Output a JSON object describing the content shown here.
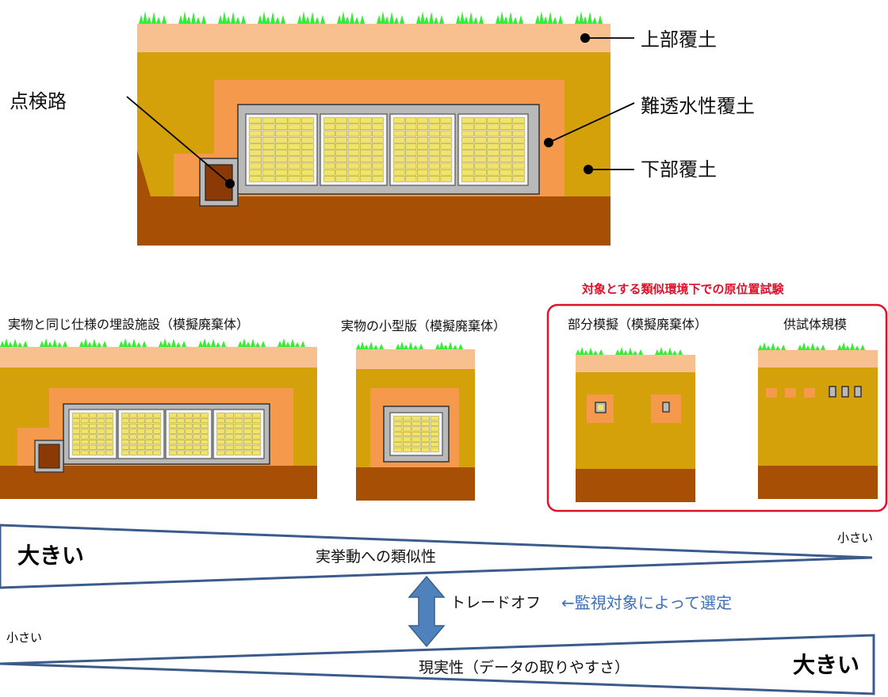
{
  "colors": {
    "top_soil": "#f9c08f",
    "lower_soil": "#d4a10a",
    "impermeable_soil": "#f59a4c",
    "base_ground": "#a84f06",
    "concrete": "#b9b9b9",
    "waste": "#f1e46c",
    "grass": "#33ee33",
    "red_frame": "#e0102a",
    "arrow": "#4f81bd",
    "wedge": "#3b5b8a",
    "note_blue": "#3e6fb8"
  },
  "main_section": {
    "label_top_cover": "上部覆土",
    "label_impermeable_cover": "難透水性覆土",
    "label_lower_cover": "下部覆土",
    "label_inspection_path": "点検路"
  },
  "variants": {
    "full_scale": "実物と同じ仕様の埋設施設（模擬廃棄体）",
    "small_scale": "実物の小型版（模擬廃棄体）",
    "in_situ_group_title": "対象とする類似環境下での原位置試験",
    "partial_mockup": "部分模擬（模擬廃棄体）",
    "specimen_scale": "供試体規模"
  },
  "scale": {
    "similarity_label": "実挙動への類似性",
    "similarity_left": "大きい",
    "similarity_right": "小さい",
    "tradeoff_label": "トレードオフ",
    "tradeoff_note": "←監視対象によって選定",
    "feasibility_label": "現実性（データの取りやすさ）",
    "feasibility_left": "小さい",
    "feasibility_right": "大きい"
  }
}
